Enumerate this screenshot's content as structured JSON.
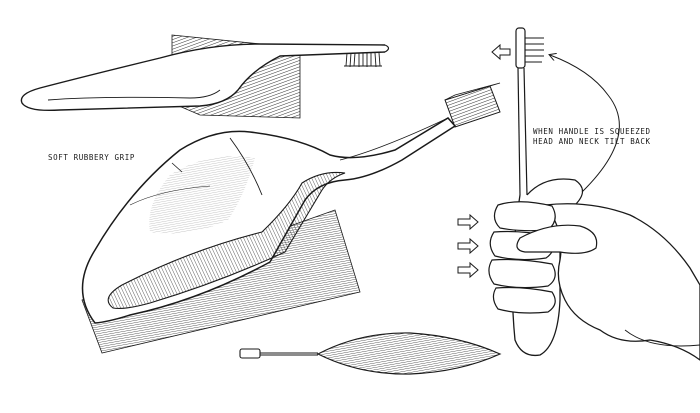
{
  "labels": {
    "grip": "SOFT RUBBERY GRIP",
    "note_line_1": "WHEN HANDLE IS SQUEEZED",
    "note_line_2": "HEAD AND NECK TILT BACK"
  },
  "colors": {
    "ink": "#1a1a1a",
    "paper": "#ffffff"
  }
}
